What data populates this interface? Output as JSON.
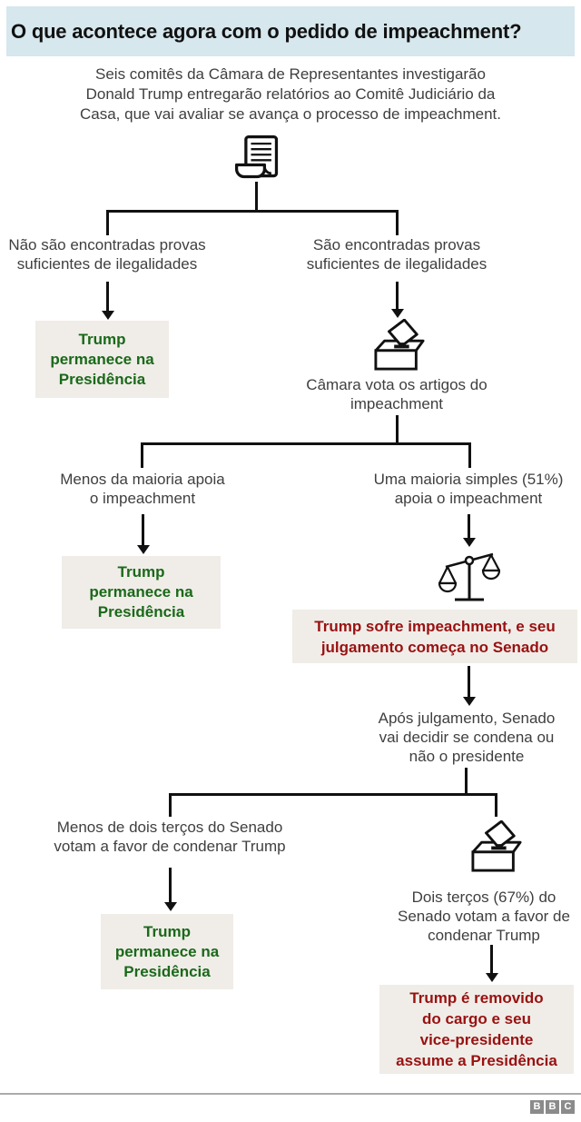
{
  "colors": {
    "header_bg": "#d6e7ed",
    "box_bg": "#f0ede8",
    "green": "#1a691a",
    "red": "#991111",
    "text": "#3f3f3f",
    "line": "#111111",
    "divider": "#ababab",
    "logo_bg": "#8b8b8b"
  },
  "header": {
    "title": "O que acontece agora com o pedido de impeachment?"
  },
  "intro": {
    "text": "Seis comitês da Câmara de Representantes investigarão\nDonald Trump entregarão relatórios ao Comitê Judiciário da\nCasa, que vai avaliar se avança o processo de impeachment."
  },
  "flow": {
    "icons": {
      "document": "report-document-icon",
      "ballot_house": "ballot-box-icon",
      "scales": "scales-of-justice-icon",
      "ballot_senate": "ballot-box-icon"
    },
    "stage1": {
      "left_label": "Não são encontradas provas\nsuficientes de ilegalidades",
      "right_label": "São encontradas provas\nsuficientes de ilegalidades"
    },
    "outcome_stay_1": "Trump\npermanece na\nPresidência",
    "house_vote_caption": "Câmara vota os artigos do\nimpeachment",
    "stage2": {
      "left_label": "Menos da maioria apoia\no impeachment",
      "right_label": "Uma maioria simples (51%)\napoia o impeachment"
    },
    "outcome_stay_2": "Trump\npermanece na\nPresidência",
    "impeached_box": "Trump sofre impeachment, e seu\njulgamento começa no Senado",
    "senate_decision": "Após julgamento, Senado\nvai decidir se condena ou\nnão o presidente",
    "stage3": {
      "left_label": "Menos de dois terços do Senado\nvotam a favor de condenar Trump",
      "right_label": "Dois terços (67%) do\nSenado votam a favor de\ncondenar Trump"
    },
    "outcome_stay_3": "Trump\npermanece na\nPresidência",
    "removed_box": "Trump é removido\ndo cargo e seu\nvice-presidente\nassume a Presidência"
  },
  "footer": {
    "logo_letters": [
      "B",
      "B",
      "C"
    ]
  }
}
